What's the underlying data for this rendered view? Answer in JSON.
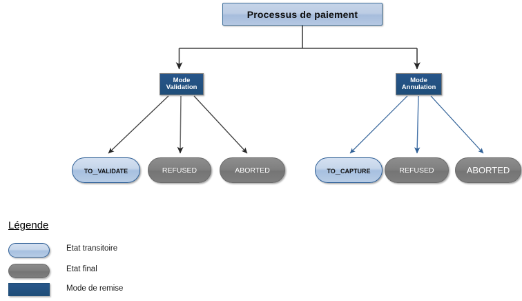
{
  "diagram": {
    "title": "Processus de paiement",
    "root": {
      "label": "Processus de paiement"
    },
    "modes": [
      {
        "id": "mode-validation",
        "line1": "Mode",
        "line2": "Validation",
        "arrow_color": "#404040"
      },
      {
        "id": "mode-annulation",
        "line1": "Mode",
        "line2": "Annulation",
        "arrow_color": "#2e5f96"
      }
    ],
    "states": [
      {
        "id": "to-validate",
        "label": "To_validate",
        "type": "transient",
        "parent": "mode-validation"
      },
      {
        "id": "refused-left",
        "label": "REFUSED",
        "type": "final",
        "parent": "mode-validation"
      },
      {
        "id": "aborted-left",
        "label": "ABORTED",
        "type": "final",
        "parent": "mode-validation"
      },
      {
        "id": "to-capture",
        "label": "To_capture",
        "type": "transient",
        "parent": "mode-annulation"
      },
      {
        "id": "refused-right",
        "label": "REFUSED",
        "type": "final",
        "parent": "mode-annulation"
      },
      {
        "id": "aborted-right",
        "label": "ABORTED",
        "type": "final",
        "parent": "mode-annulation"
      }
    ]
  },
  "legend": {
    "title": "Légende",
    "items": [
      {
        "swatch": "transient-pill",
        "label": "Etat transitoire"
      },
      {
        "swatch": "final-pill",
        "label": "Etat final"
      },
      {
        "swatch": "mode-rect",
        "label": "Mode de remise"
      }
    ]
  },
  "colors": {
    "root_fill": "#b4c7e2",
    "root_border": "#41719c",
    "mode_fill": "#1f4e79",
    "transient_fill": "#b7cce5",
    "transient_border": "#2e5f96",
    "final_fill": "#7e7e7e",
    "final_border": "#6b6b6b",
    "connector_dark": "#404040",
    "connector_blue": "#2e5f96",
    "text_dark": "#000000",
    "text_light": "#ffffff"
  }
}
